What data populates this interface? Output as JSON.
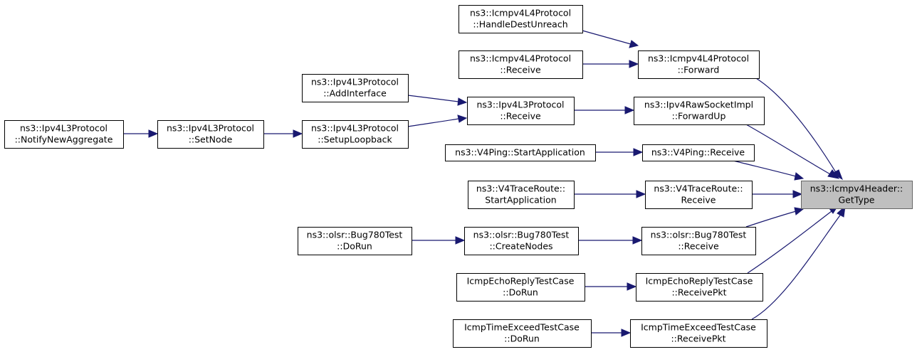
{
  "diagram": {
    "nodes": [
      {
        "id": "n0",
        "lines": [
          "ns3::Icmpv4Header::",
          "GetType"
        ]
      },
      {
        "id": "n1",
        "lines": [
          "ns3::Icmpv4L4Protocol",
          "::Forward"
        ]
      },
      {
        "id": "n2",
        "lines": [
          "ns3::Icmpv4L4Protocol",
          "::HandleDestUnreach"
        ]
      },
      {
        "id": "n3",
        "lines": [
          "ns3::Icmpv4L4Protocol",
          "::Receive"
        ]
      },
      {
        "id": "n4",
        "lines": [
          "ns3::Ipv4L3Protocol",
          "::Receive"
        ]
      },
      {
        "id": "n5",
        "lines": [
          "ns3::Ipv4L3Protocol",
          "::AddInterface"
        ]
      },
      {
        "id": "n6",
        "lines": [
          "ns3::Ipv4L3Protocol",
          "::SetupLoopback"
        ]
      },
      {
        "id": "n7",
        "lines": [
          "ns3::Ipv4L3Protocol",
          "::SetNode"
        ]
      },
      {
        "id": "n8",
        "lines": [
          "ns3::Ipv4L3Protocol",
          "::NotifyNewAggregate"
        ]
      },
      {
        "id": "n9",
        "lines": [
          "ns3::Ipv4RawSocketImpl",
          "::ForwardUp"
        ]
      },
      {
        "id": "n10",
        "lines": [
          "ns3::V4Ping::Receive"
        ]
      },
      {
        "id": "n11",
        "lines": [
          "ns3::V4Ping::StartApplication"
        ]
      },
      {
        "id": "n12",
        "lines": [
          "ns3::V4TraceRoute::",
          "Receive"
        ]
      },
      {
        "id": "n13",
        "lines": [
          "ns3::V4TraceRoute::",
          "StartApplication"
        ]
      },
      {
        "id": "n14",
        "lines": [
          "ns3::olsr::Bug780Test",
          "::Receive"
        ]
      },
      {
        "id": "n15",
        "lines": [
          "ns3::olsr::Bug780Test",
          "::CreateNodes"
        ]
      },
      {
        "id": "n16",
        "lines": [
          "ns3::olsr::Bug780Test",
          "::DoRun"
        ]
      },
      {
        "id": "n17",
        "lines": [
          "IcmpEchoReplyTestCase",
          "::ReceivePkt"
        ]
      },
      {
        "id": "n18",
        "lines": [
          "IcmpEchoReplyTestCase",
          "::DoRun"
        ]
      },
      {
        "id": "n19",
        "lines": [
          "IcmpTimeExceedTestCase",
          "::ReceivePkt"
        ]
      },
      {
        "id": "n20",
        "lines": [
          "IcmpTimeExceedTestCase",
          "::DoRun"
        ]
      }
    ],
    "edges": [
      {
        "from": "n1",
        "to": "n0"
      },
      {
        "from": "n9",
        "to": "n0"
      },
      {
        "from": "n10",
        "to": "n0"
      },
      {
        "from": "n12",
        "to": "n0"
      },
      {
        "from": "n14",
        "to": "n0"
      },
      {
        "from": "n17",
        "to": "n0"
      },
      {
        "from": "n19",
        "to": "n0"
      },
      {
        "from": "n2",
        "to": "n1"
      },
      {
        "from": "n3",
        "to": "n1"
      },
      {
        "from": "n4",
        "to": "n9"
      },
      {
        "from": "n5",
        "to": "n4"
      },
      {
        "from": "n6",
        "to": "n4"
      },
      {
        "from": "n7",
        "to": "n6"
      },
      {
        "from": "n8",
        "to": "n7"
      },
      {
        "from": "n11",
        "to": "n10"
      },
      {
        "from": "n13",
        "to": "n12"
      },
      {
        "from": "n15",
        "to": "n14"
      },
      {
        "from": "n16",
        "to": "n15"
      },
      {
        "from": "n18",
        "to": "n17"
      },
      {
        "from": "n20",
        "to": "n19"
      }
    ],
    "colors": {
      "edge": "#191970",
      "focus_fill": "#bfbfbf",
      "focus_stroke": "#666666",
      "node_fill": "#ffffff",
      "node_stroke": "#000000"
    }
  }
}
